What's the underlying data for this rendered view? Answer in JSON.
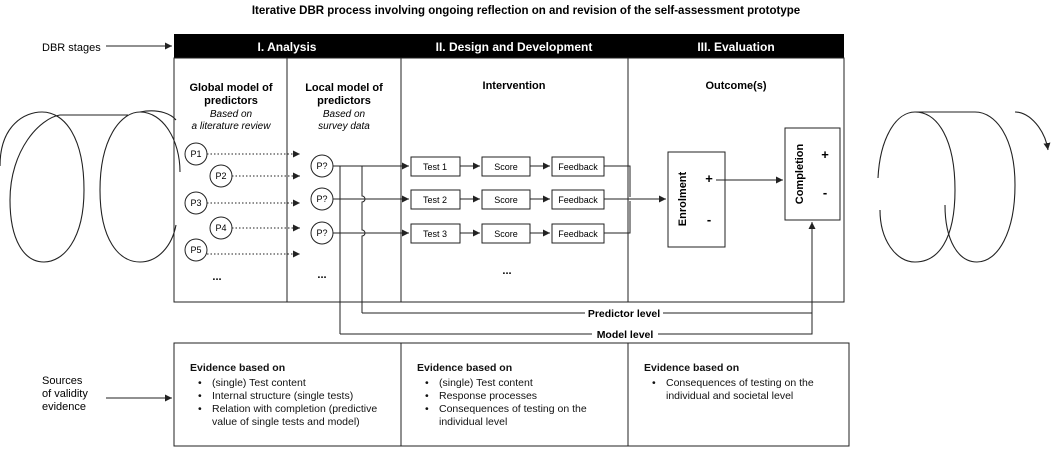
{
  "title": "Iterative DBR process involving ongoing reflection on and revision of the self-assessment prototype",
  "side_labels": {
    "dbr_stages": "DBR stages",
    "sources_lines": [
      "Sources",
      "of validity",
      "evidence"
    ]
  },
  "stages": [
    {
      "label": "I. Analysis"
    },
    {
      "label": "II. Design and Development"
    },
    {
      "label": "III. Evaluation"
    }
  ],
  "analysis": {
    "global_title_lines": [
      "Global model of",
      "predictors"
    ],
    "global_basis_lines": [
      "Based on",
      "a literature review"
    ],
    "local_title_lines": [
      "Local model of",
      "predictors"
    ],
    "local_basis_lines": [
      "Based on",
      "survey data"
    ],
    "global_predictors": [
      "P1",
      "P2",
      "P3",
      "P4",
      "P5"
    ],
    "local_predictors": [
      "P?",
      "P?",
      "P?"
    ],
    "ellipsis": "..."
  },
  "design": {
    "heading": "Intervention",
    "rows": [
      {
        "test": "Test 1",
        "score": "Score",
        "feedback": "Feedback"
      },
      {
        "test": "Test 2",
        "score": "Score",
        "feedback": "Feedback"
      },
      {
        "test": "Test 3",
        "score": "Score",
        "feedback": "Feedback"
      }
    ],
    "ellipsis": "..."
  },
  "evaluation": {
    "heading": "Outcome(s)",
    "enrolment": "Enrolment",
    "completion": "Completion",
    "plus": "+",
    "minus": "-"
  },
  "levels": {
    "predictor_level": "Predictor level",
    "model_level": "Model level"
  },
  "evidence": {
    "title": "Evidence based on",
    "analysis": [
      "(single) Test content",
      "Internal structure (single tests)",
      "Relation with completion (predictive value of single tests and model)"
    ],
    "design": [
      "(single) Test content",
      "Response processes",
      "Consequences of testing on the individual level"
    ],
    "evaluation": [
      "Consequences of testing on the individual and societal level"
    ]
  },
  "colors": {
    "header_bg": "#000000",
    "line": "#222222",
    "box_border": "#333333",
    "evidence_border": "#444444"
  }
}
